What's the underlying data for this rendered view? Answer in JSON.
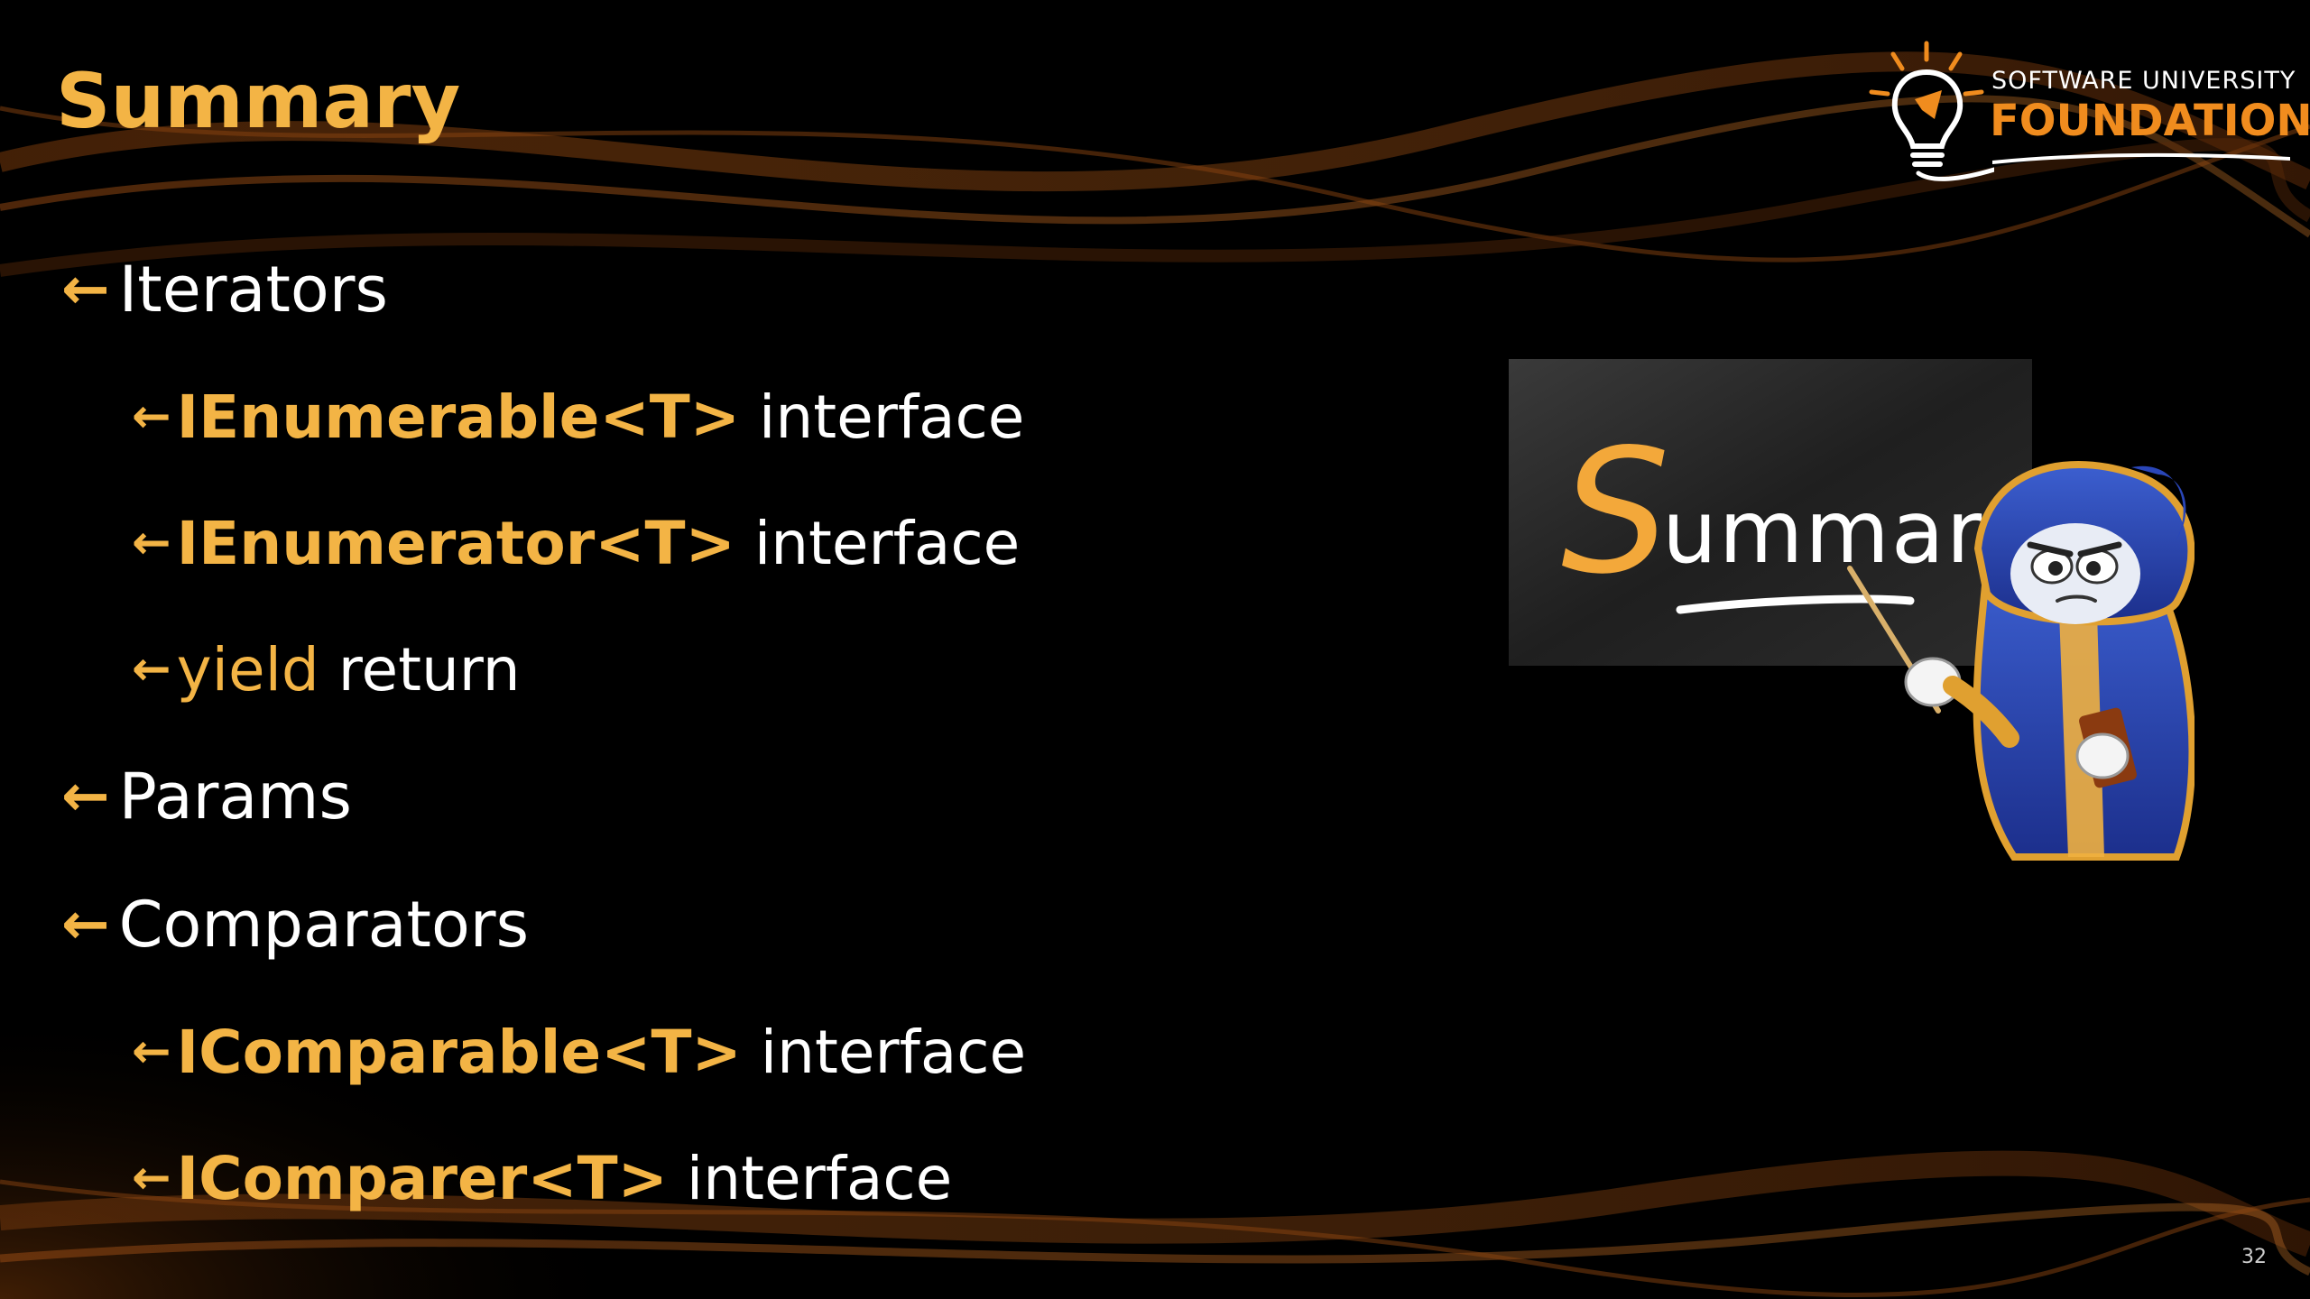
{
  "slide": {
    "title": "Summary",
    "page_number": "32",
    "bullet_arrow": "←"
  },
  "bullets": [
    {
      "level": 1,
      "keyword": "",
      "text": "Iterators"
    },
    {
      "level": 2,
      "keyword": "IEnumerable<T>",
      "text": " interface"
    },
    {
      "level": 2,
      "keyword": "IEnumerator<T>",
      "text": " interface"
    },
    {
      "level": 2,
      "keyword": "yield",
      "text": " return"
    },
    {
      "level": 1,
      "keyword": "",
      "text": "Params"
    },
    {
      "level": 1,
      "keyword": "",
      "text": "Comparators"
    },
    {
      "level": 2,
      "keyword": "IComparable<T>",
      "text": " interface"
    },
    {
      "level": 2,
      "keyword": "IComparer<T>",
      "text": " interface"
    }
  ],
  "logo": {
    "line1": "SOFTWARE UNIVERSITY",
    "line2": "FOUNDATION",
    "icon": "lightbulb-icon"
  },
  "illustration": {
    "chalkboard_text": "Summary",
    "character": "wizard-mascot"
  },
  "colors": {
    "accent": "#f3b445",
    "logo_orange": "#f08c1e",
    "background": "#000000",
    "text": "#ffffff"
  }
}
